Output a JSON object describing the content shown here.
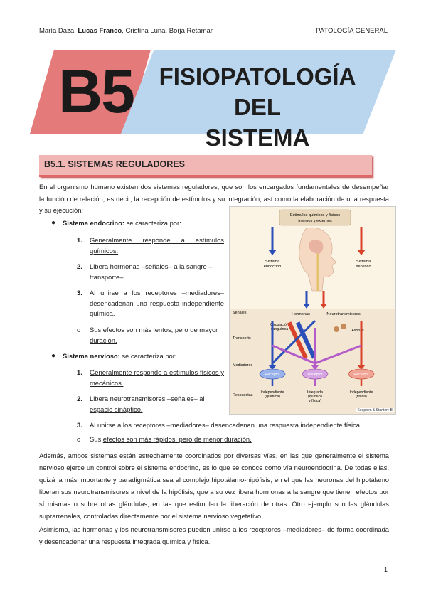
{
  "header": {
    "authors_part1": "María Daza, ",
    "authors_bold": "Lucas Franco",
    "authors_part2": ", Cristina Luna, Borja Retamar",
    "subject": "PATOLOGÍA GENERAL"
  },
  "title": {
    "code": "B5",
    "line1": "FISIOPATOLOGÍA DEL",
    "line2": "SISTEMA ENDOCRINO"
  },
  "section": {
    "heading": "B5.1. SISTEMAS REGULADORES",
    "intro": "En el organismo humano existen dos sistemas reguladores, que son los encargados fundamentales de desempeñar la función de relación, es decir, la recepción de estímulos y su integración, así como la elaboración de una respuesta y su ejecución:",
    "endocrine": {
      "label": "Sistema endocrino:",
      "desc": " se caracteriza por:",
      "items": [
        {
          "n": "1.",
          "text": "Generalmente responde a estímulos químicos."
        },
        {
          "n": "2.",
          "text_a": "Libera hormonas",
          "text_b": " –señales– ",
          "text_c": "a la sangre",
          "text_d": " –transporte–."
        },
        {
          "n": "3.",
          "text": "Al unirse a los receptores –mediadores– desencadenan una respuesta independiente química."
        },
        {
          "n": "o",
          "text_a": "Sus ",
          "text_b": "efectos son más lentos, pero de mayor duración."
        }
      ]
    },
    "nervous": {
      "label": "Sistema nervioso:",
      "desc": " se caracteriza por:",
      "items": [
        {
          "n": "1.",
          "text": "Generalmente responde a estímulos físicos y mecánicos."
        },
        {
          "n": "2.",
          "text_a": "Libera neurotransmisores",
          "text_b": " –señales– al ",
          "text_c": "espacio sináptico."
        },
        {
          "n": "3.",
          "text": "Al unirse a los receptores –mediadores– desencadenan una respuesta independiente física."
        },
        {
          "n": "o",
          "text_a": "Sus ",
          "text_b": "efectos son más rápidos, pero de menor duración."
        }
      ]
    },
    "para1": "Además, ambos sistemas están estrechamente coordinados por diversas vías, en las que generalmente el sistema nervioso ejerce un control sobre el sistema endocrino, es lo que se conoce como vía neuroendocrina. De todas ellas, quizá la más importante y paradigmática sea el complejo hipotálamo-hipófisis, en el que las neuronas del hipotálamo liberan sus neurotransmisores a nivel de la hipófisis, que a su vez libera hormonas a la sangre que tienen efectos por sí mismas o sobre otras glándulas, en las que estimulan la liberación de otras. Otro ejemplo son las glándulas suprarrenales, controladas directamente por el sistema nervioso vegetativo.",
    "para2": "Asimismo, las hormonas y los neurotransmisores pueden unirse a los receptores –mediadores– de forma coordinada y desencadenar una respuesta integrada química y física."
  },
  "figure": {
    "top_label": "Estímulos químicos y físicos internos y externos",
    "endocrine_label": "Sistema endocrino",
    "nervous_label": "Sistema nervioso",
    "row_signals": "Señales",
    "hormones": "Hormonas",
    "neurotransmitters": "Neurotransmisores",
    "row_transport": "Transporte",
    "circulation": "Circulación sanguínea",
    "axons": "Axones",
    "row_mediators": "Mediadores",
    "receptor": "Receptor",
    "row_responses": "Respuestas",
    "resp1": "Independiente (química)",
    "resp2": "Integrada (química y física)",
    "resp3": "Independiente (física)",
    "credit": "Koeppen & Stanton: B"
  },
  "page_number": "1",
  "colors": {
    "code_bg": "#e47a7a",
    "title_bg": "#bad5ee",
    "section_bg": "#f0b7b4",
    "blue_arrow": "#2a4fb8",
    "red_arrow": "#d8422a",
    "purple_arrow": "#b35bc9"
  }
}
